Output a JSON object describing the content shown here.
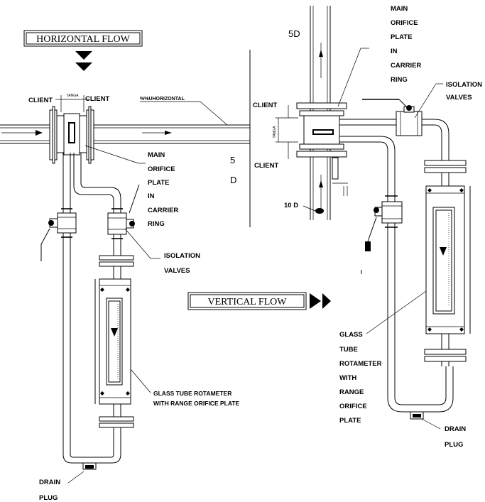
{
  "horizontal": {
    "title": "HORIZONTAL FLOW",
    "client_left": "CLIENT",
    "client_right": "CLIENT",
    "tanga": "TANGA",
    "pipe_note": "%%UHORIZONTAL",
    "orifice": [
      "MAIN",
      "ORIFICE",
      "PLATE",
      "IN",
      "CARRIER",
      "RING"
    ],
    "dist_5": "5",
    "dist_d": "D",
    "valves": [
      "ISOLATION",
      "VALVES"
    ],
    "rotameter": [
      "GLASS TUBE ROTAMETER",
      "WITH RANGE ORIFICE PLATE"
    ],
    "drain": [
      "DRAIN",
      "PLUG"
    ]
  },
  "vertical": {
    "title": "VERTICAL FLOW",
    "dist_5d": "5D",
    "orifice": [
      "MAIN",
      "ORIFICE",
      "PLATE",
      "IN",
      "CARRIER",
      "RING"
    ],
    "valves": [
      "ISOLATION",
      "VALVES"
    ],
    "client_top": "CLIENT",
    "client_bottom": "CLIENT",
    "tanga": "TANGA",
    "dist_10d": "10 D",
    "rotameter": [
      "GLASS",
      "TUBE",
      "ROTAMETER",
      "WITH",
      "RANGE",
      "ORIFICE",
      "PLATE"
    ],
    "drain": [
      "DRAIN",
      "PLUG"
    ]
  }
}
